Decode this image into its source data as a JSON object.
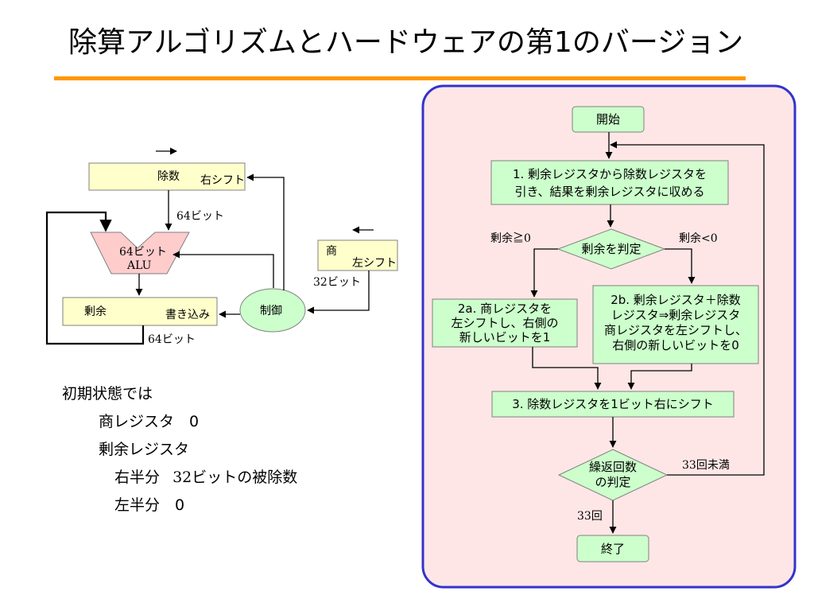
{
  "slide": {
    "title": "除算アルゴリズムとハードウェアの第1のバージョン"
  },
  "hardware": {
    "divisor_label": "除数",
    "divisor_shift": "右シフト",
    "bits_64_a": "64ビット",
    "alu_line1": "64ビット",
    "alu_line2": "ALU",
    "remainder_label": "剰余",
    "remainder_write": "書き込み",
    "bits_64_b": "64ビット",
    "quotient_label": "商",
    "quotient_shift": "左シフト",
    "bits_32": "32ビット",
    "control_label": "制御"
  },
  "flowchart": {
    "start": "開始",
    "step1_line1": "1. 剰余レジスタから除数レジスタを",
    "step1_line2": "引き、結果を剰余レジスタに収める",
    "decision1": "剰余を判定",
    "branch_ge0": "剰余≧0",
    "branch_lt0": "剰余<0",
    "step2a_line1": "2a. 商レジスタを",
    "step2a_line2": "左シフトし、右側の",
    "step2a_line3": "新しいビットを1",
    "step2b_line1": "2b. 剰余レジスタ＋除数",
    "step2b_line2": "レジスタ⇒剰余レジスタ",
    "step2b_line3": "商レジスタを左シフトし、",
    "step2b_line4": "右側の新しいビットを0",
    "step3": "3. 除数レジスタを1ビット右にシフト",
    "decision2_line1": "繰返回数",
    "decision2_line2": "の判定",
    "loop_label": "33回未満",
    "exit_label": "33回",
    "end": "終了"
  },
  "initial_state": {
    "heading": "初期状態では",
    "quotient": "商レジスタ　0",
    "remainder": "剰余レジスタ",
    "right_half_label": "右半分",
    "right_half_value": "32ビットの被除数",
    "left_half": "左半分　0"
  },
  "colors": {
    "accent_rule": "#ff9900",
    "panel_border": "#3333cc",
    "panel_fill": "#ffe6e6",
    "register_fill": "#ffffcc",
    "step_fill": "#ccffcc",
    "alu_fill": "#ffcccc"
  }
}
